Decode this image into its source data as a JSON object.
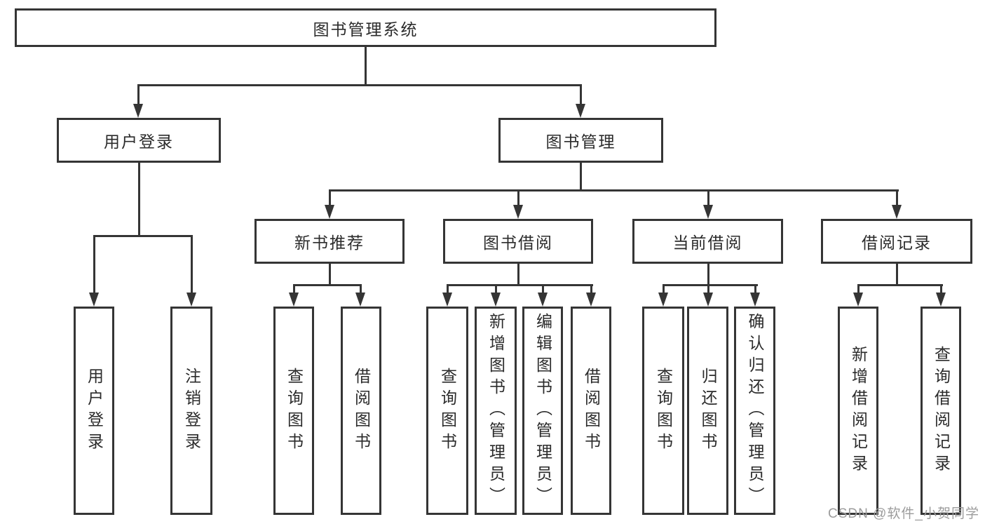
{
  "diagram_title": "图书管理系统",
  "tree": {
    "label": "图书管理系统",
    "children": [
      {
        "label": "用户登录",
        "children": [
          {
            "label": "用户登录"
          },
          {
            "label": "注销登录"
          }
        ]
      },
      {
        "label": "图书管理",
        "children": [
          {
            "label": "新书推荐",
            "children": [
              {
                "label": "查询图书"
              },
              {
                "label": "借阅图书"
              }
            ]
          },
          {
            "label": "图书借阅",
            "children": [
              {
                "label": "查询图书"
              },
              {
                "label": "新增图书（管理员）"
              },
              {
                "label": "编辑图书（管理员）"
              },
              {
                "label": "借阅图书"
              }
            ]
          },
          {
            "label": "当前借阅",
            "children": [
              {
                "label": "查询图书"
              },
              {
                "label": "归还图书"
              },
              {
                "label": "确认归还（管理员）"
              }
            ]
          },
          {
            "label": "借阅记录",
            "children": [
              {
                "label": "新增借阅记录"
              },
              {
                "label": "查询借阅记录"
              }
            ]
          }
        ]
      }
    ]
  },
  "watermark": {
    "text": "CSDN @软件_小贺同学",
    "color": "#9c9c9c"
  },
  "colors": {
    "line": "#353535",
    "text": "#2b2b2b",
    "box_background": "#ffffff",
    "page_background": "#ffffff"
  }
}
